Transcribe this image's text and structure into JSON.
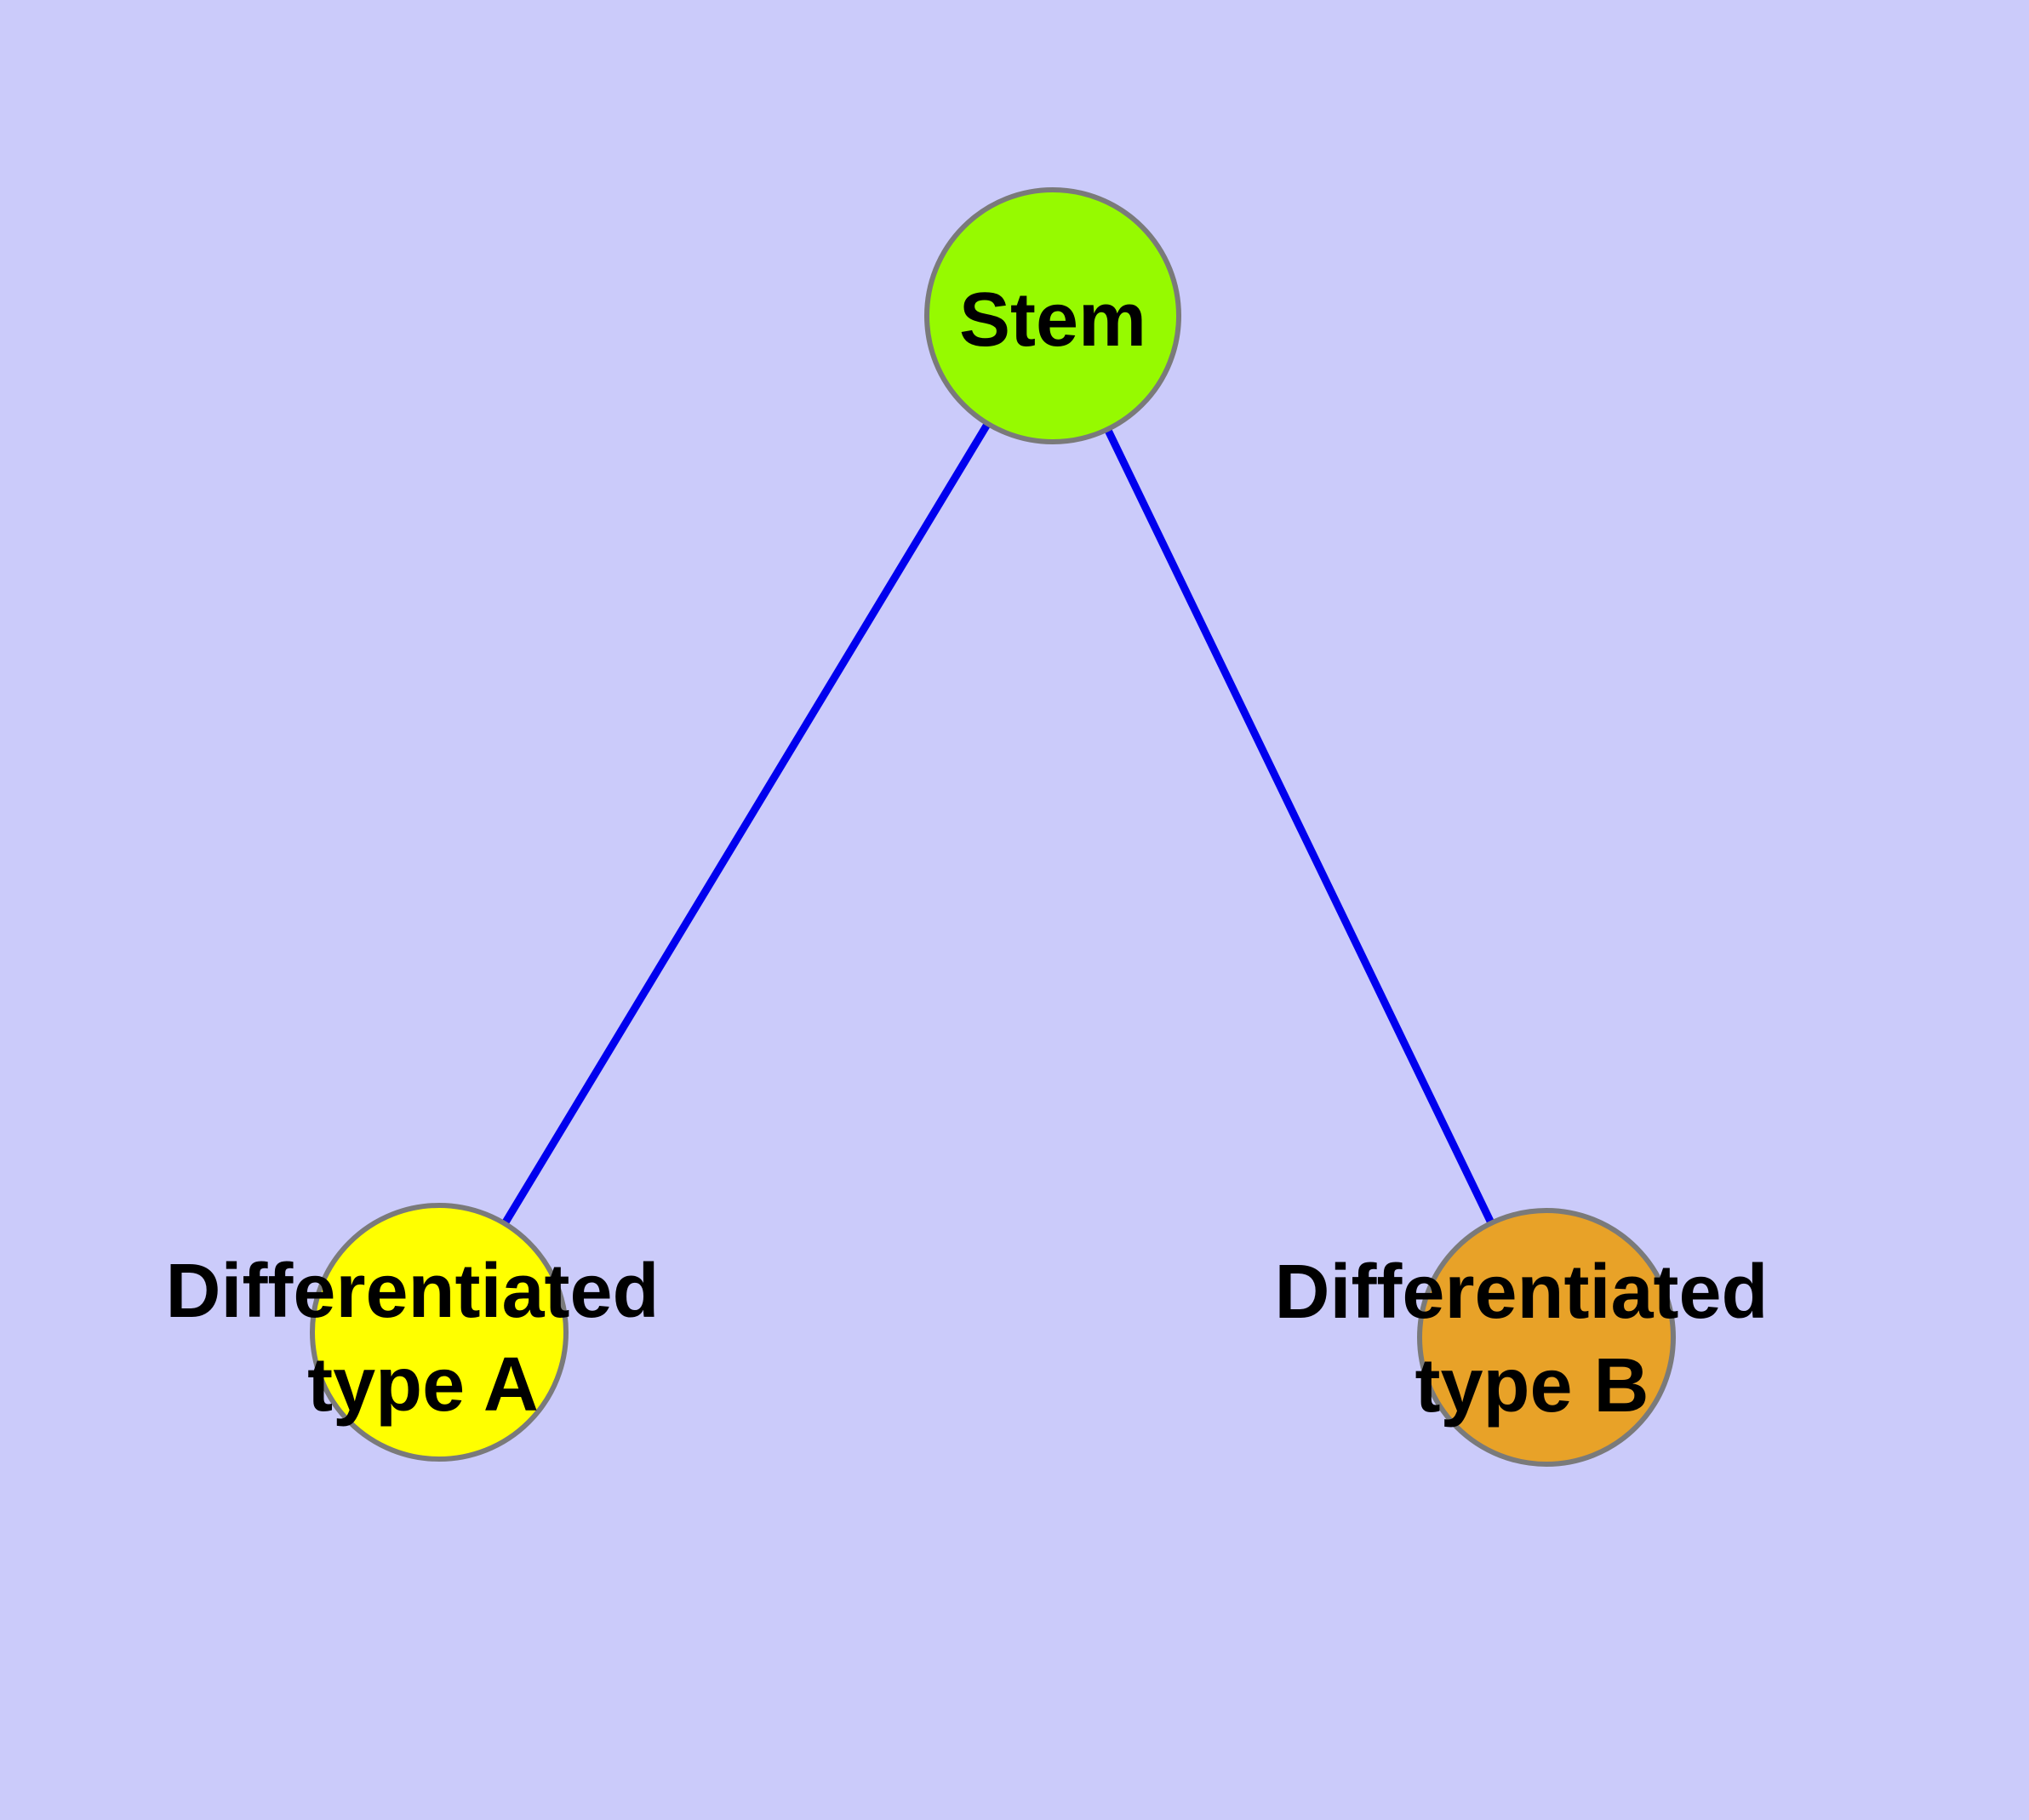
{
  "diagram": {
    "background_color": "#CBCBFA",
    "edge_color": "#0000EE",
    "edge_width": 9,
    "node_border_color": "#7A7A7A",
    "label_color": "#000000",
    "nodes": [
      {
        "id": "stem",
        "label": "Stem",
        "fill": "#96FA00"
      },
      {
        "id": "differentiated-type-a",
        "label_line1": "Differentiated",
        "label_line2": "type A",
        "fill": "#FFFF00"
      },
      {
        "id": "differentiated-type-b",
        "label_line1": "Differentiated",
        "label_line2": "type B",
        "fill": "#E8A228"
      }
    ],
    "edges": [
      {
        "from": "Stem",
        "to": "Differentiated type A"
      },
      {
        "from": "Stem",
        "to": "Differentiated type B"
      }
    ]
  }
}
